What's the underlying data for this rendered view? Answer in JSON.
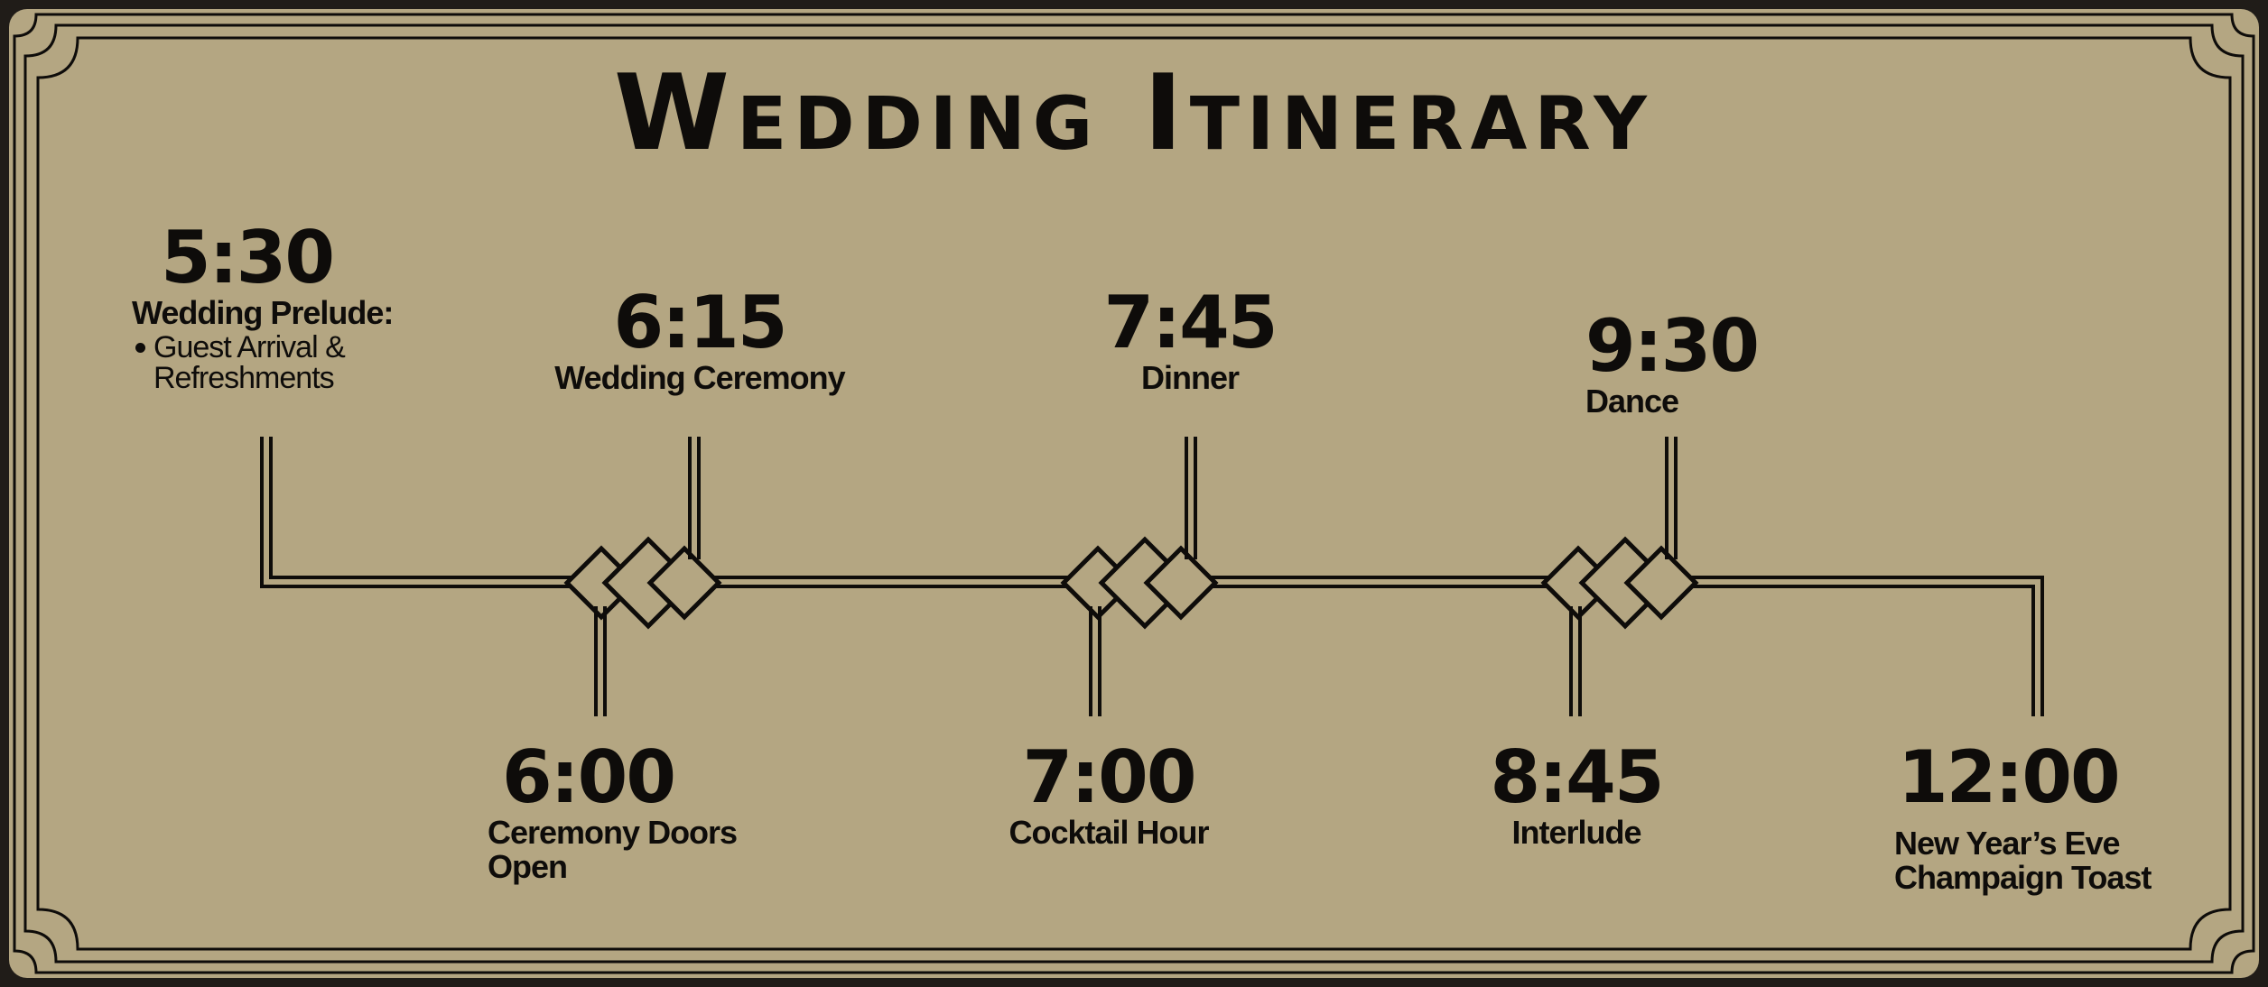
{
  "title": "Wedding Itinerary",
  "events": [
    {
      "time": "5:30",
      "label": "Wedding Prelude:",
      "bullets": [
        "Guest Arrival &\nRefreshments"
      ]
    },
    {
      "time": "6:15",
      "label": "Wedding Ceremony"
    },
    {
      "time": "7:45",
      "label": "Dinner"
    },
    {
      "time": "9:30",
      "label": "Dance"
    },
    {
      "time": "6:00",
      "label": "Ceremony Doors",
      "label2": "Open"
    },
    {
      "time": "7:00",
      "label": "Cocktail Hour"
    },
    {
      "time": "8:45",
      "label": "Interlude"
    },
    {
      "time": "12:00",
      "label": "New Year’s Eve",
      "label2": "Champaign Toast"
    }
  ],
  "colors": {
    "background": "#b4a682",
    "ink": "#0e0c0a",
    "frame": "#201c18"
  }
}
